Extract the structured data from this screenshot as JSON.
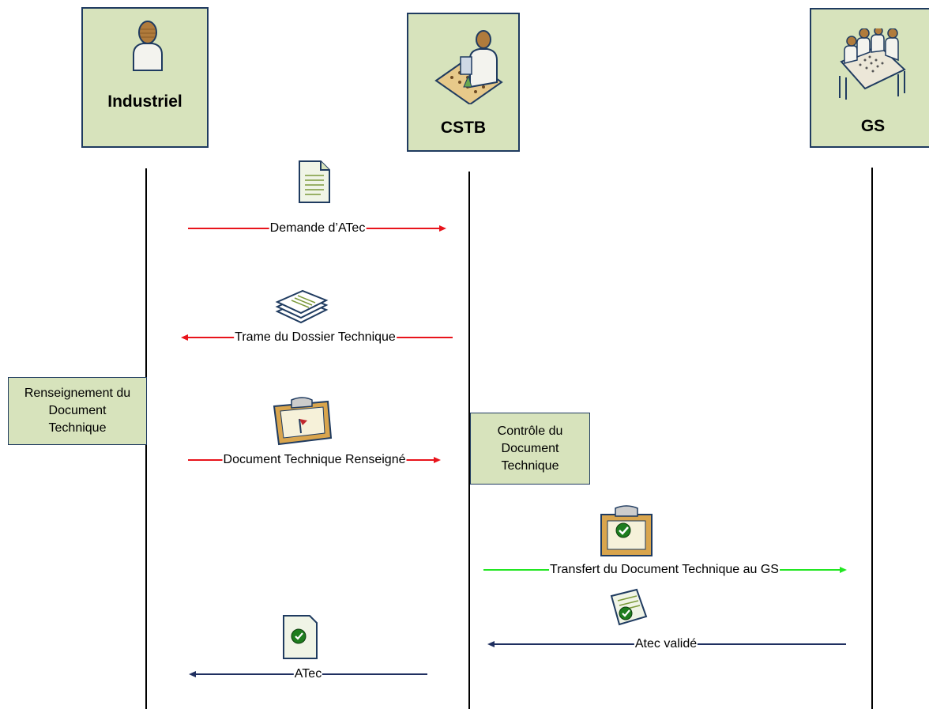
{
  "actors": [
    {
      "id": "industriel",
      "label": "Industriel",
      "icon": "person-icon"
    },
    {
      "id": "cstb",
      "label": "CSTB",
      "icon": "office-worker-icon"
    },
    {
      "id": "gs",
      "label": "GS",
      "icon": "meeting-group-icon"
    }
  ],
  "notes": {
    "renseignement": "Renseignement du\nDocument\nTechnique",
    "controle": "Contrôle du\nDocument\nTechnique"
  },
  "messages": [
    {
      "label": "Demande d’ATec",
      "direction": "right",
      "color": "#e8141c",
      "icon": "document-icon"
    },
    {
      "label": "Trame du Dossier Technique",
      "direction": "left",
      "color": "#e8141c",
      "icon": "document-stack-icon"
    },
    {
      "label": "Document Technique Renseigné",
      "direction": "right",
      "color": "#e8141c",
      "icon": "clipboard-flag-icon"
    },
    {
      "label": "Transfert du Document Technique au GS",
      "direction": "right",
      "color": "#22e622",
      "icon": "clipboard-check-icon"
    },
    {
      "label": "Atec validé",
      "direction": "left",
      "color": "#1f2f60",
      "icon": "document-check-icon"
    },
    {
      "label": "ATec",
      "direction": "left",
      "color": "#1f2f60",
      "icon": "certificate-check-icon"
    }
  ]
}
